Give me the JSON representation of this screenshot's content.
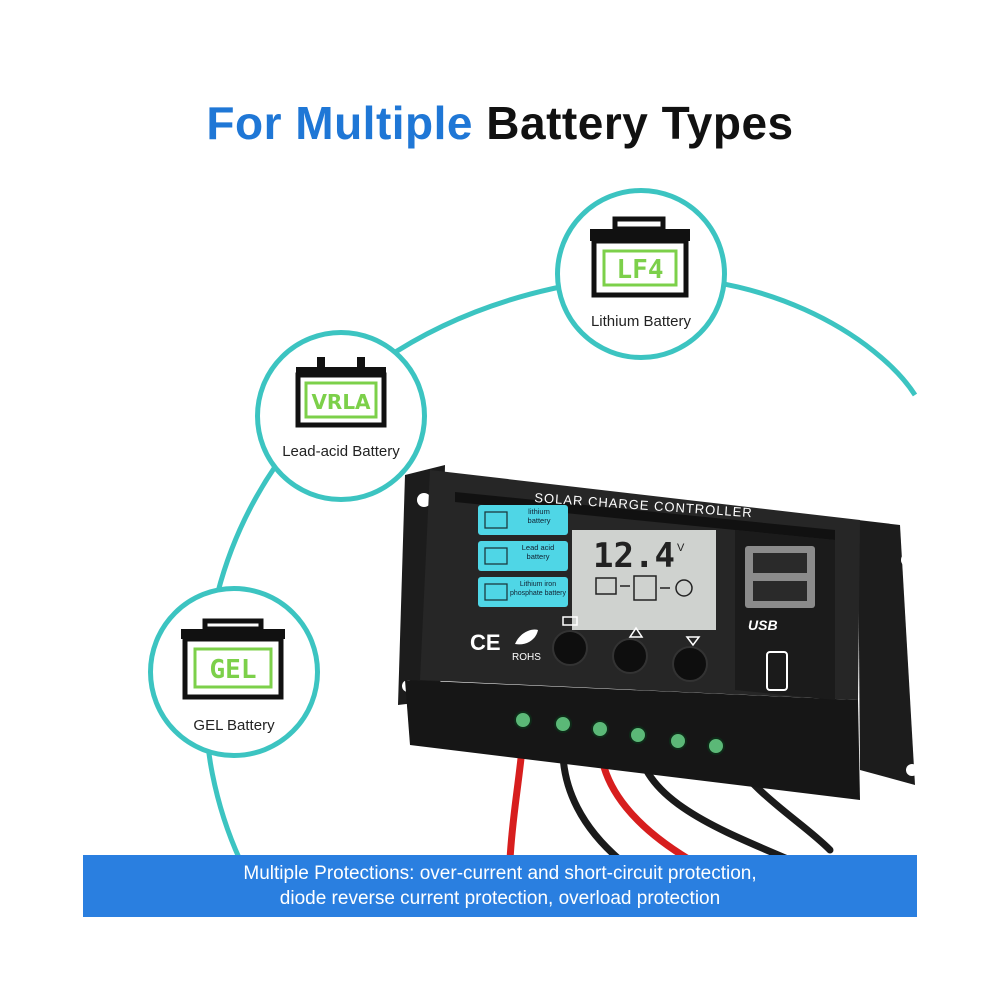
{
  "title": {
    "part1": "For Multiple",
    "part2": "Battery Types"
  },
  "colors": {
    "title_blue": "#1f77d6",
    "ring_teal": "#3cc4c1",
    "banner_blue": "#2a7fe0",
    "lcd_cyan": "#4fd6e6"
  },
  "batteries": [
    {
      "code": "LF4",
      "label": "Lithium Battery",
      "icon": "lithium-battery-icon"
    },
    {
      "code": "VRLA",
      "label": "Lead-acid Battery",
      "icon": "lead-acid-battery-icon"
    },
    {
      "code": "GEL",
      "label": "GEL Battery",
      "icon": "gel-battery-icon"
    }
  ],
  "controller": {
    "heading": "SOLAR CHARGE CONTROLLER",
    "modes": [
      {
        "line1": "lithium",
        "line2": "battery"
      },
      {
        "line1": "Lead acid",
        "line2": "battery"
      },
      {
        "line1": "Lithium iron",
        "line2": "phosphate battery"
      }
    ],
    "display_value": "12.4",
    "display_unit": "V",
    "ce_mark": "CE",
    "rohs_mark": "ROHS",
    "usb_label": "USB"
  },
  "banner": {
    "line1": "Multiple Protections: over-current and short-circuit protection,",
    "line2": "diode reverse current protection, overload protection"
  }
}
